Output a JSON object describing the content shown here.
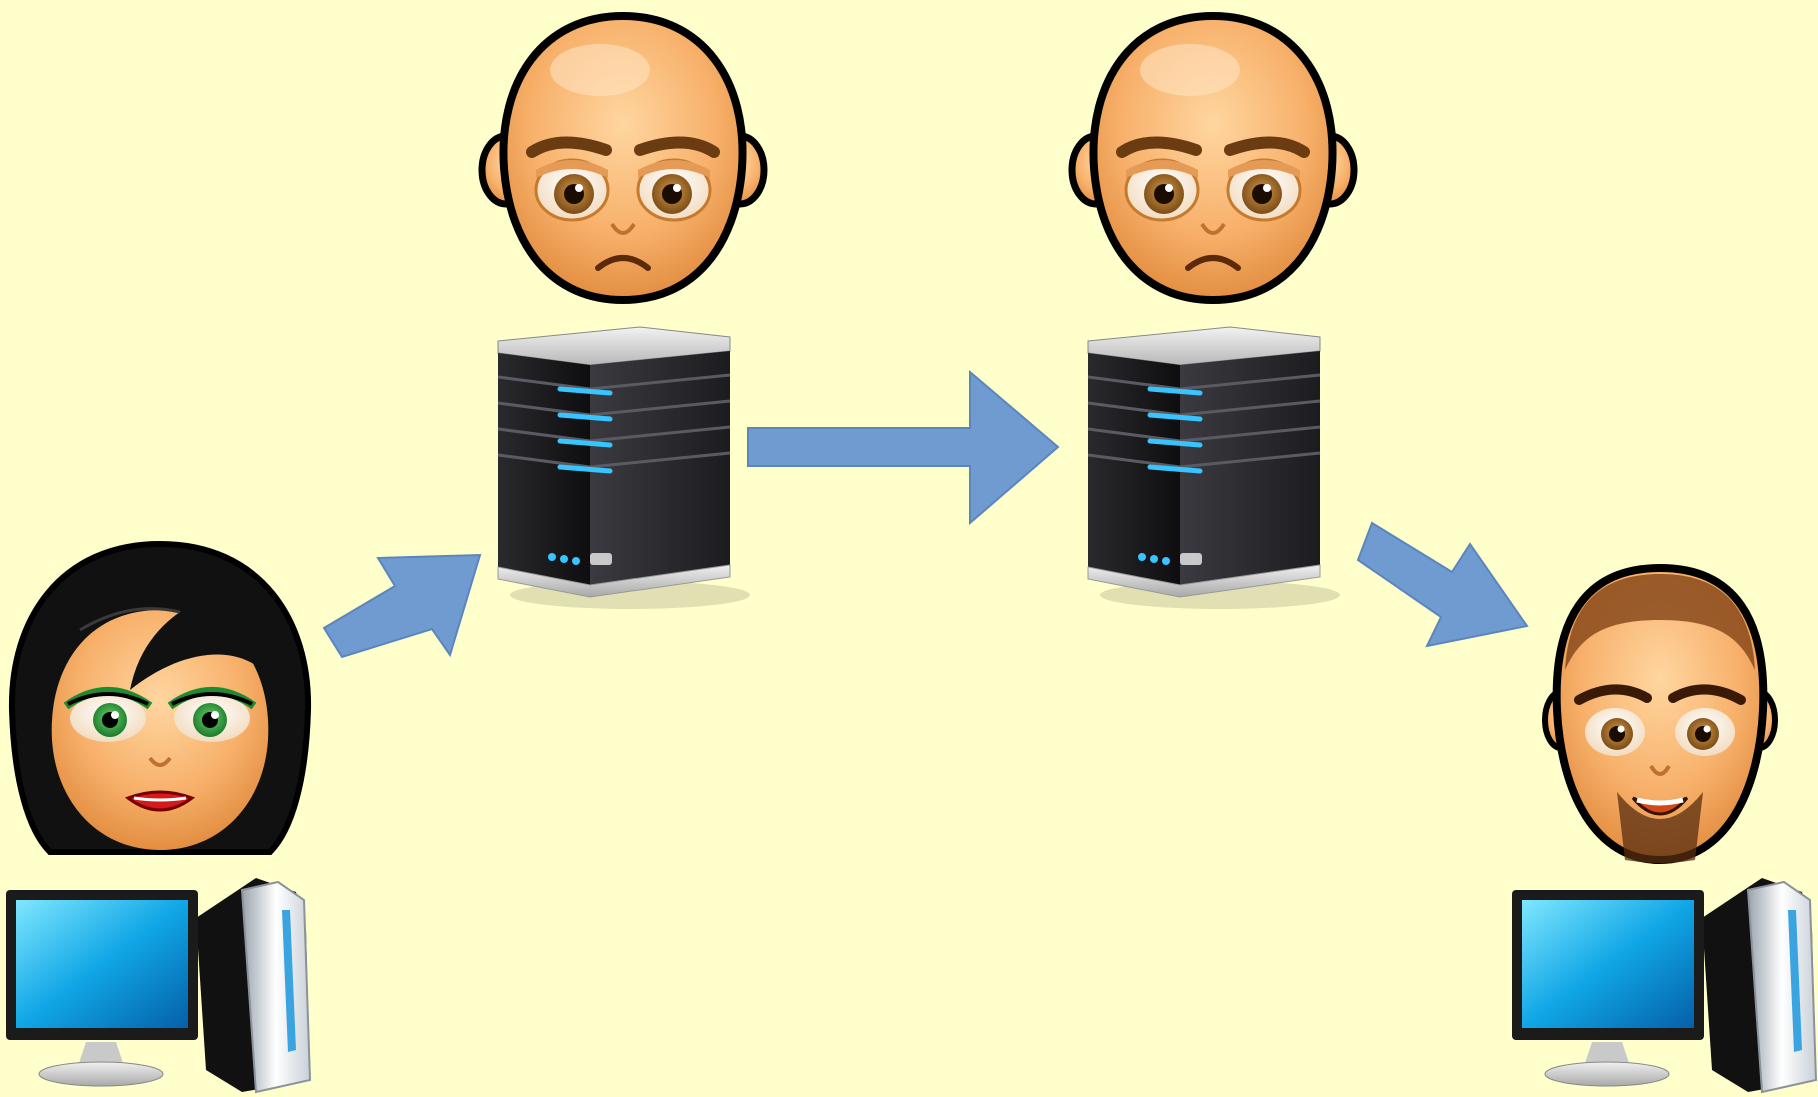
{
  "diagram": {
    "background": "#ffffcc",
    "arrow_color": "#6f9bd1",
    "nodes": [
      {
        "id": "sender",
        "role": "sender",
        "icons": [
          "female-user-face-icon",
          "desktop-computer-icon"
        ]
      },
      {
        "id": "server-1",
        "role": "intermediate server",
        "icons": [
          "bald-man-face-icon",
          "server-tower-icon"
        ]
      },
      {
        "id": "server-2",
        "role": "intermediate server",
        "icons": [
          "bald-man-face-icon",
          "server-tower-icon"
        ]
      },
      {
        "id": "recipient",
        "role": "recipient",
        "icons": [
          "male-user-face-icon",
          "desktop-computer-icon"
        ]
      }
    ],
    "edges": [
      {
        "from": "sender",
        "to": "server-1",
        "direction": "up-right"
      },
      {
        "from": "server-1",
        "to": "server-2",
        "direction": "right"
      },
      {
        "from": "server-2",
        "to": "recipient",
        "direction": "down-right"
      }
    ]
  }
}
